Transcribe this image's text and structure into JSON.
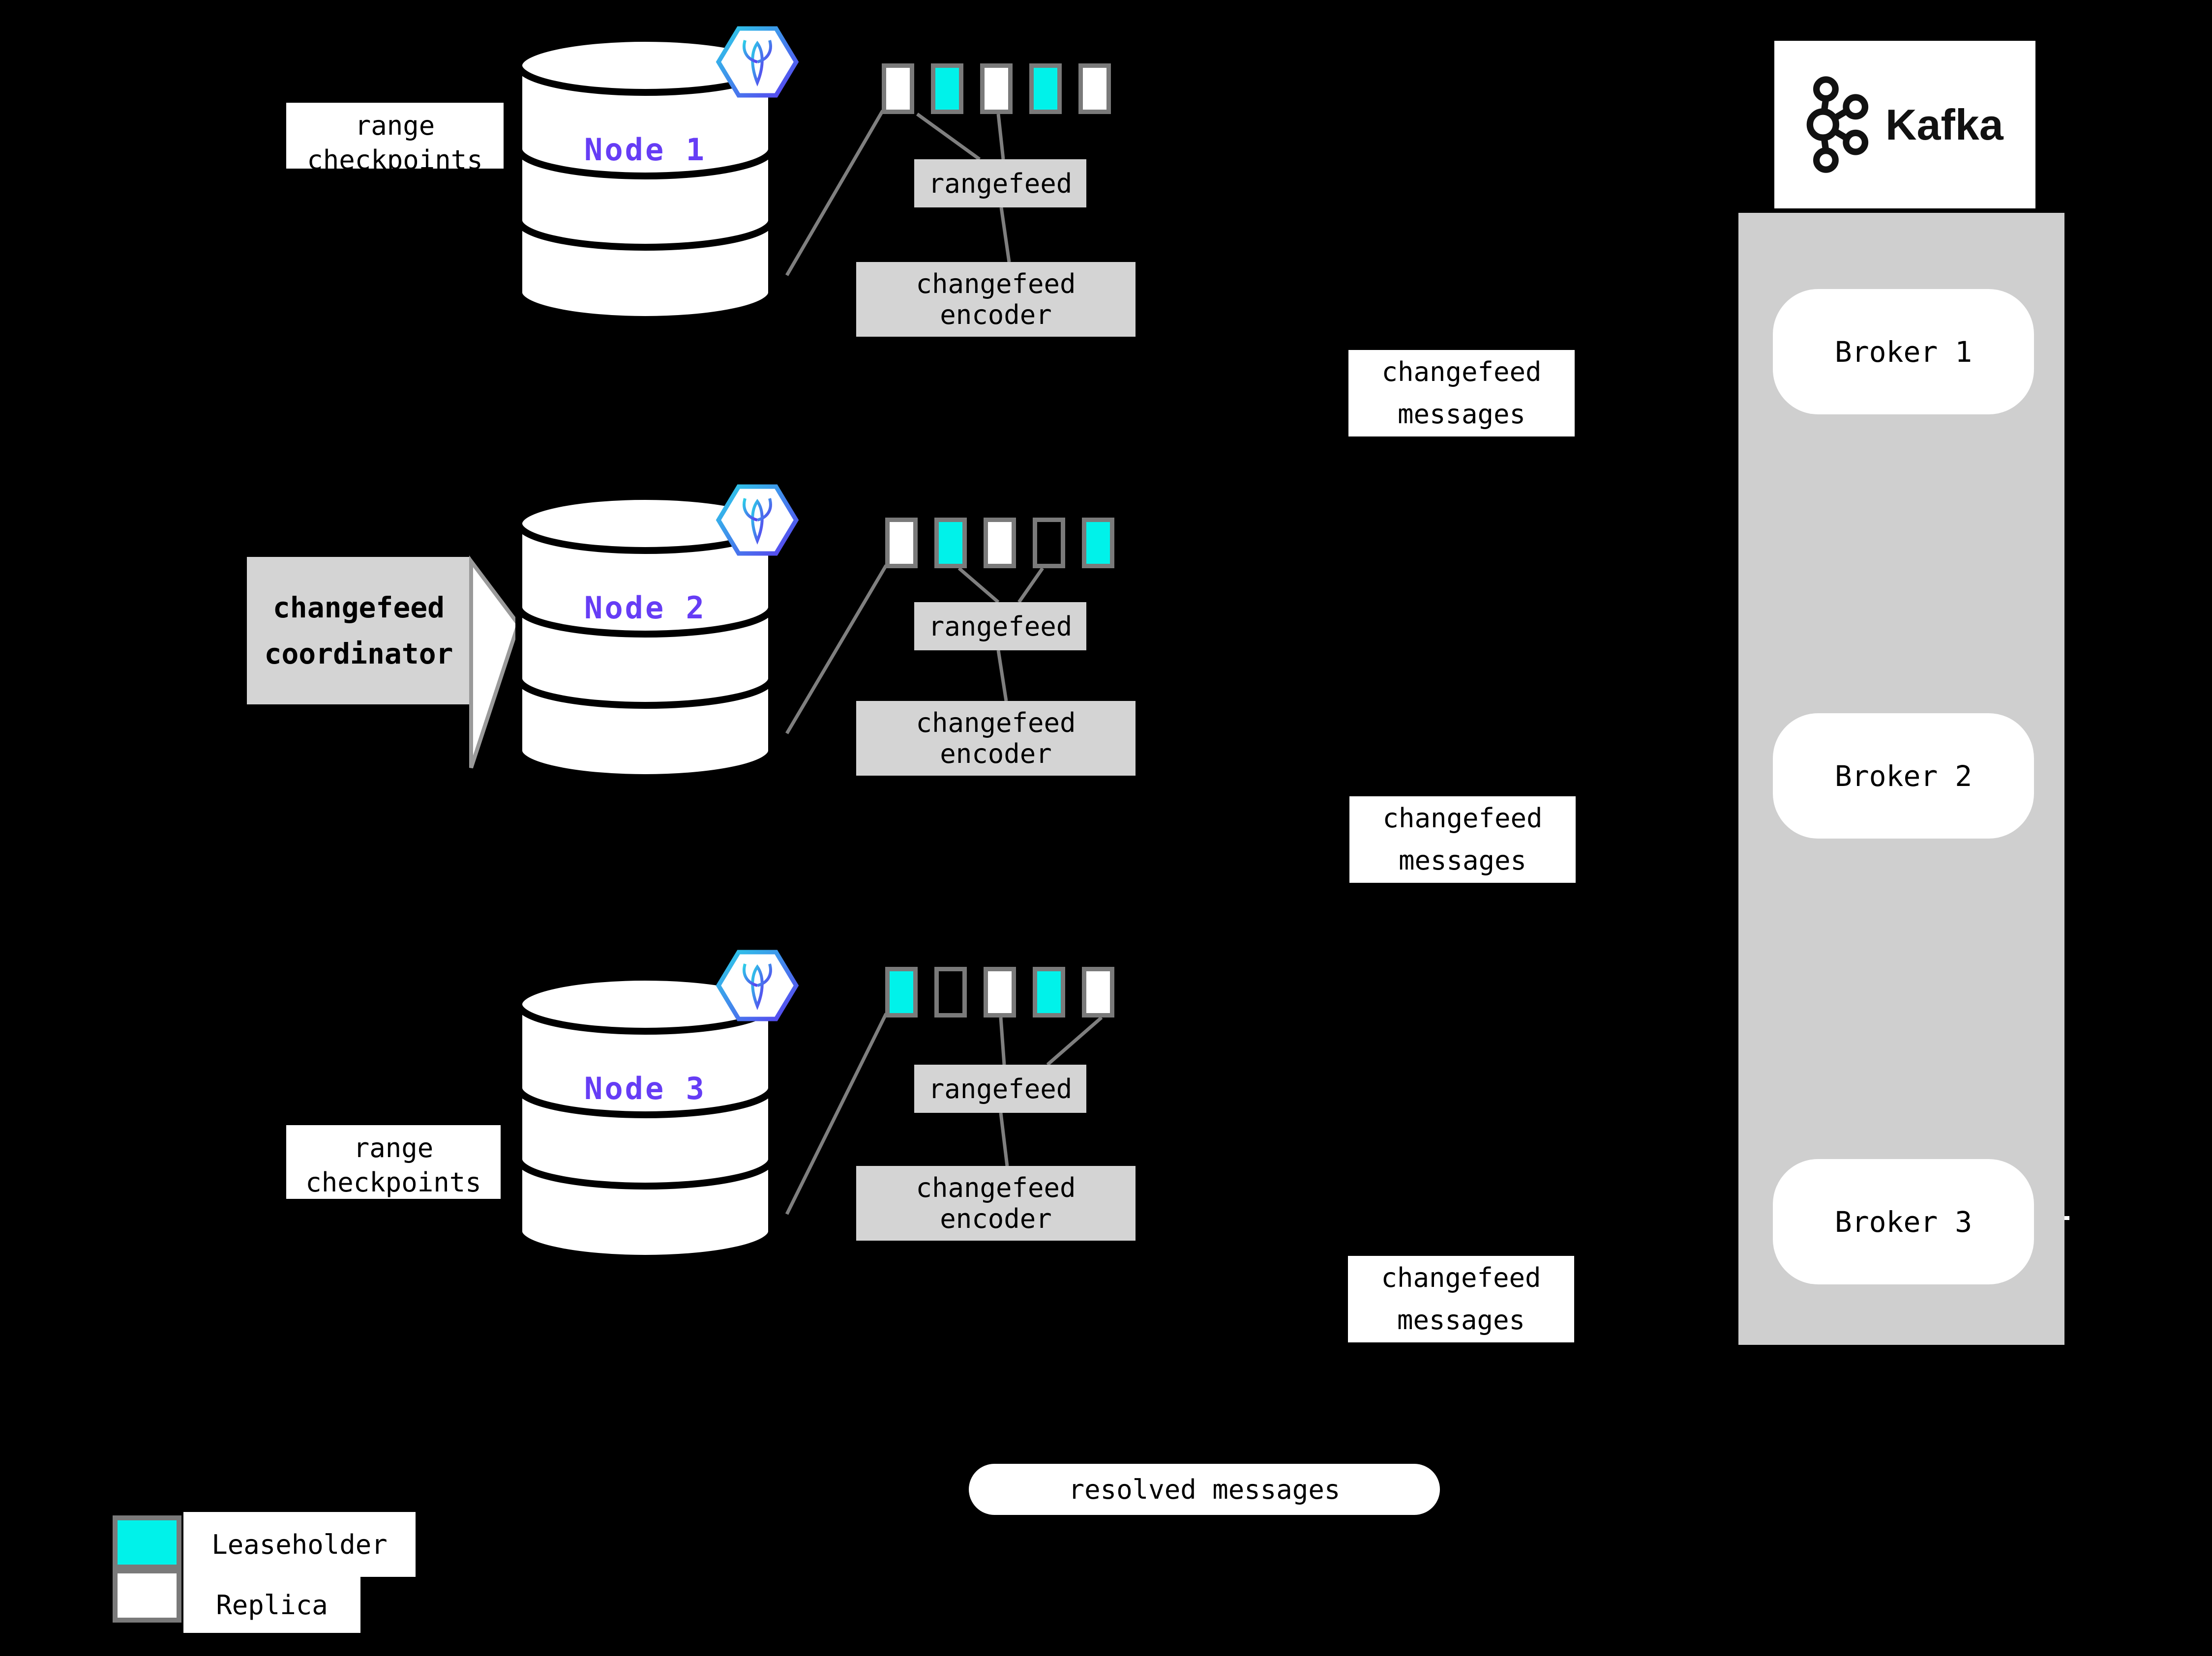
{
  "nodes": [
    {
      "label": "Node 1",
      "rangefeed_label": "rangefeed",
      "encoder_line1": "changefeed",
      "encoder_line2": "encoder",
      "squares": [
        "replica",
        "leaseholder",
        "replica",
        "leaseholder",
        "replica"
      ]
    },
    {
      "label": "Node 2",
      "rangefeed_label": "rangefeed",
      "encoder_line1": "changefeed",
      "encoder_line2": "encoder",
      "squares": [
        "replica",
        "leaseholder",
        "replica",
        "empty",
        "leaseholder"
      ]
    },
    {
      "label": "Node 3",
      "rangefeed_label": "rangefeed",
      "encoder_line1": "changefeed",
      "encoder_line2": "encoder",
      "squares": [
        "leaseholder",
        "empty",
        "replica",
        "leaseholder",
        "replica"
      ]
    }
  ],
  "labels": {
    "range_checkpoints_line1": "range",
    "range_checkpoints_line2": "checkpoints",
    "coordinator_line1": "changefeed",
    "coordinator_line2": "coordinator",
    "changefeed_messages_line1": "changefeed",
    "changefeed_messages_line2": "messages",
    "resolved_messages": "resolved messages"
  },
  "kafka": {
    "wordmark": "Kafka",
    "brokers": [
      "Broker 1",
      "Broker 2",
      "Broker 3"
    ]
  },
  "legend": {
    "items": [
      {
        "type": "leaseholder",
        "label": "Leaseholder"
      },
      {
        "type": "replica",
        "label": "Replica"
      }
    ]
  },
  "colors": {
    "leaseholder": "#00f2ea",
    "replica": "#ffffff",
    "empty": "#000000",
    "node_text_purple": "#663df5",
    "process_box_gray": "#d4d4d4",
    "kafka_column_gray": "#cfcfcf",
    "connector_gray": "#7f7f7f"
  }
}
